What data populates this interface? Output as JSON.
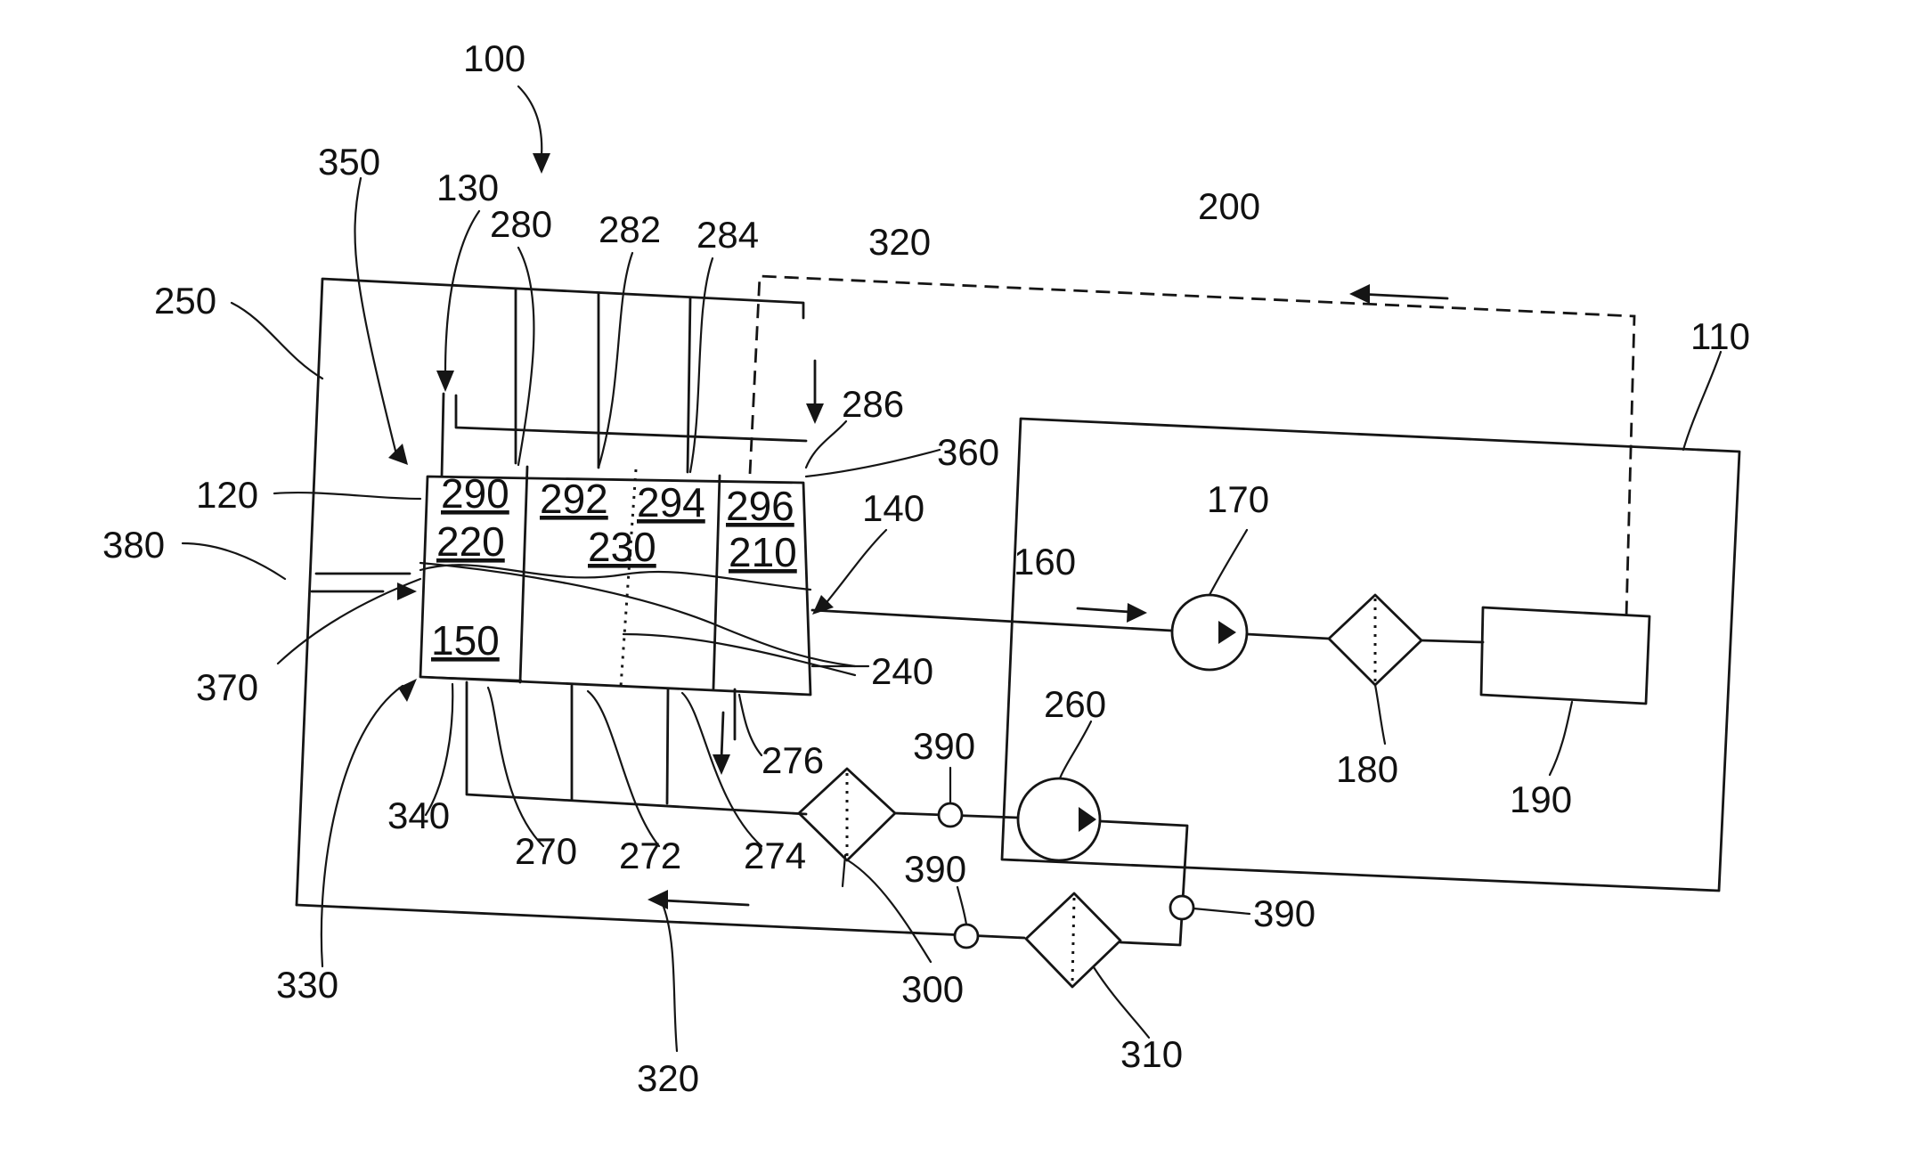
{
  "colors": {
    "ink": "#151515",
    "background": "#ffffff"
  },
  "labels": {
    "l100": "100",
    "l350": "350",
    "l130": "130",
    "l280": "280",
    "l282": "282",
    "l284": "284",
    "l320_top": "320",
    "l200": "200",
    "l250": "250",
    "l286": "286",
    "l360": "360",
    "l110": "110",
    "l120": "120",
    "l380": "380",
    "l140": "140",
    "l170": "170",
    "l160": "160",
    "l370": "370",
    "l240": "240",
    "l260": "260",
    "l180": "180",
    "l190": "190",
    "l390_a": "390",
    "l276": "276",
    "l390_b": "390",
    "l390_c": "390",
    "l340": "340",
    "l270": "270",
    "l272": "272",
    "l274": "274",
    "l330": "330",
    "l300": "300",
    "l310": "310",
    "l320_bottom": "320"
  },
  "cell_labels": {
    "c290": "290",
    "c292": "292",
    "c294": "294",
    "c296": "296",
    "c220": "220",
    "c230": "230",
    "c210": "210",
    "c150": "150"
  },
  "components": {
    "pump_170": "pump-icon",
    "pump_260": "pump-icon",
    "filter_180": "filter-icon",
    "filter_300": "filter-icon",
    "filter_310": "filter-icon",
    "unit_190": "box-icon",
    "sensor_390": "circle-icon"
  }
}
